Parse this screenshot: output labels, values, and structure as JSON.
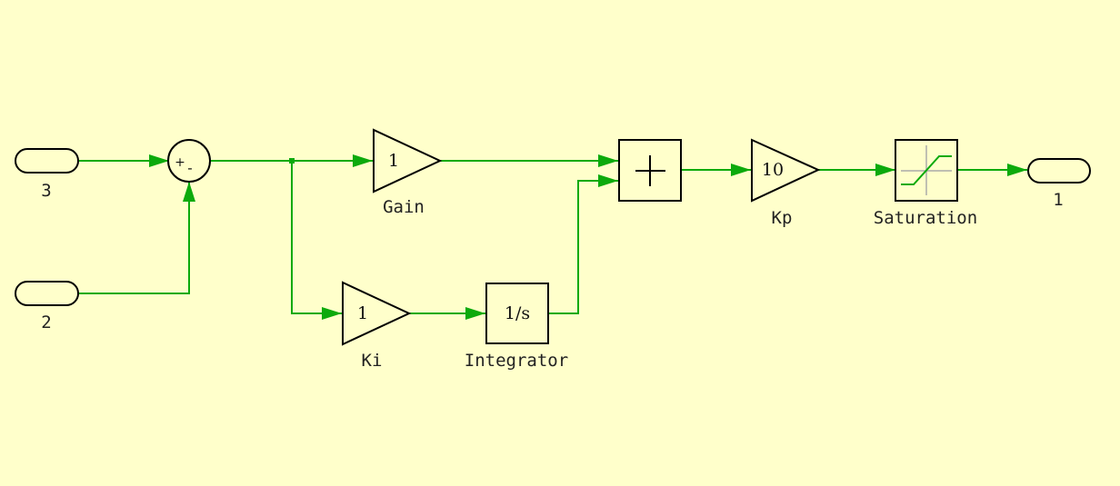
{
  "colors": {
    "background": "#FFFFCB",
    "signal": "#0CAA0C",
    "block": "#000000"
  },
  "inports": [
    {
      "number": "3"
    },
    {
      "number": "2"
    }
  ],
  "outports": [
    {
      "number": "1"
    }
  ],
  "sum1": {
    "signs": [
      "+",
      "-"
    ]
  },
  "gain": {
    "value": "1",
    "label": "Gain"
  },
  "ki": {
    "value": "1",
    "label": "Ki"
  },
  "integrator": {
    "value": "1/s",
    "label": "Integrator"
  },
  "sum2": {
    "symbol": "+"
  },
  "kp": {
    "value": "10",
    "label": "Kp"
  },
  "saturation": {
    "label": "Saturation",
    "icon": "saturation-icon"
  }
}
